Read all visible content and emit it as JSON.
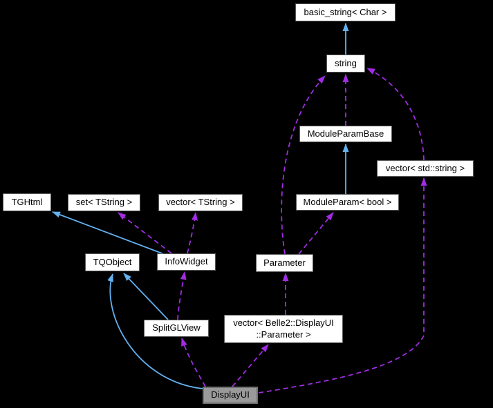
{
  "diagram": {
    "type": "class-collaboration-graph",
    "background_color": "#000000",
    "colors": {
      "inheritance_arrow": "#63b1f1",
      "usage_arrow": "#a12ce3",
      "node_fill": "#ffffff",
      "node_border": "#5a5a5a",
      "highlight_node_fill": "#9a9a9a",
      "node_text": "#000000"
    },
    "nodes": {
      "basic_string": {
        "label": "basic_string< Char >"
      },
      "string": {
        "label": "string"
      },
      "module_param_base": {
        "label": "ModuleParamBase"
      },
      "vector_std_string": {
        "label": "vector< std::string >"
      },
      "module_param_bool": {
        "label": "ModuleParam< bool >"
      },
      "tghtml": {
        "label": "TGHtml"
      },
      "set_tstring": {
        "label": "set< TString >"
      },
      "vector_tstring": {
        "label": "vector< TString >"
      },
      "tqobject": {
        "label": "TQObject"
      },
      "info_widget": {
        "label": "InfoWidget"
      },
      "parameter": {
        "label": "Parameter"
      },
      "split_gl_view": {
        "label": "SplitGLView"
      },
      "vector_parameter": {
        "label": "vector< Belle2::DisplayUI\n::Parameter >"
      },
      "display_ui": {
        "label": "DisplayUI"
      }
    },
    "relations": [
      {
        "from": "string",
        "to": "basic_string< Char >",
        "type": "inheritance"
      },
      {
        "from": "ModuleParam< bool >",
        "to": "ModuleParamBase",
        "type": "inheritance"
      },
      {
        "from": "InfoWidget",
        "to": "TGHtml",
        "type": "inheritance"
      },
      {
        "from": "SplitGLView",
        "to": "TQObject",
        "type": "inheritance"
      },
      {
        "from": "DisplayUI",
        "to": "TQObject",
        "type": "inheritance"
      },
      {
        "from": "ModuleParamBase",
        "to": "string",
        "type": "usage"
      },
      {
        "from": "Parameter",
        "to": "string",
        "type": "usage"
      },
      {
        "from": "vector< std::string >",
        "to": "string",
        "type": "usage"
      },
      {
        "from": "Parameter",
        "to": "ModuleParam< bool >",
        "type": "usage"
      },
      {
        "from": "vector< Belle2::DisplayUI::Parameter >",
        "to": "Parameter",
        "type": "usage"
      },
      {
        "from": "SplitGLView",
        "to": "InfoWidget",
        "type": "usage"
      },
      {
        "from": "InfoWidget",
        "to": "set< TString >",
        "type": "usage"
      },
      {
        "from": "InfoWidget",
        "to": "vector< TString >",
        "type": "usage"
      },
      {
        "from": "DisplayUI",
        "to": "SplitGLView",
        "type": "usage"
      },
      {
        "from": "DisplayUI",
        "to": "vector< Belle2::DisplayUI::Parameter >",
        "type": "usage"
      },
      {
        "from": "DisplayUI",
        "to": "vector< std::string >",
        "type": "usage"
      }
    ]
  }
}
